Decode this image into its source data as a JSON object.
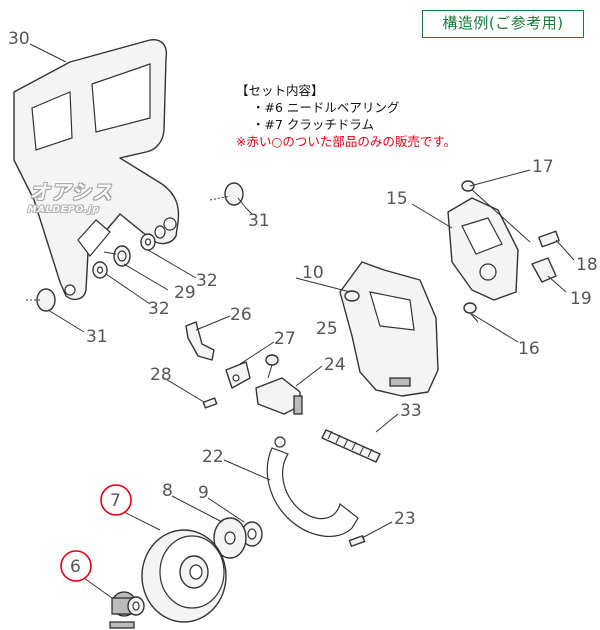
{
  "title": "構造例(ご参考用)",
  "set_contents": {
    "heading": "【セット内容】",
    "items": [
      "・#6 ニードルベアリング",
      "・#7 クラッチドラム"
    ],
    "note": "※赤い○のついた部品のみの販売です。"
  },
  "watermark": {
    "main": "オアシス",
    "sub": "MALDEPO.jp"
  },
  "callouts": {
    "c30": "30",
    "c31a": "31",
    "c31b": "31",
    "c32a": "32",
    "c32b": "32",
    "c29": "29",
    "c26": "26",
    "c27": "27",
    "c25": "25",
    "c28": "28",
    "c24": "24",
    "c10": "10",
    "c15": "15",
    "c17": "17",
    "c18": "18",
    "c19": "19",
    "c16": "16",
    "c33": "33",
    "c22": "22",
    "c23": "23",
    "c8": "8",
    "c9": "9",
    "c7": "7",
    "c6": "6"
  },
  "colors": {
    "highlight_circle": "#e60012",
    "title": "#1a7a3a",
    "note": "#e60012"
  }
}
